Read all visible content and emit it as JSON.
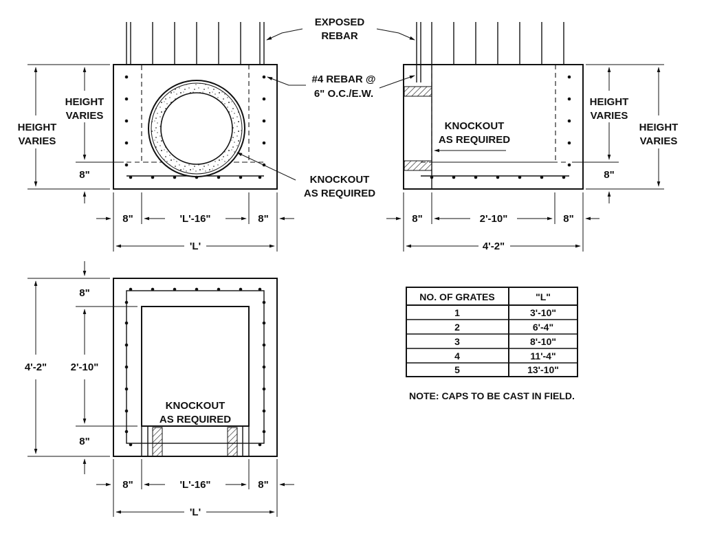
{
  "labels": {
    "exposed_rebar_1": "EXPOSED",
    "exposed_rebar_2": "REBAR",
    "rebar_spec_1": "#4 REBAR @",
    "rebar_spec_2": "6\" O.C./E.W.",
    "height_varies_1": "HEIGHT",
    "height_varies_2": "VARIES",
    "knockout_1": "KNOCKOUT",
    "knockout_2": "AS REQUIRED"
  },
  "dims": {
    "d8_quote": "8\"",
    "d8_in": "8”",
    "d8_tick": "8\"",
    "l_minus_16": "'L'-16\"",
    "l": "'L'",
    "two_ten": "2'-10\"",
    "four_two": "4'-2\""
  },
  "table": {
    "headers": [
      "NO. OF GRATES",
      "\"L\""
    ],
    "rows": [
      [
        "1",
        "3'-10\""
      ],
      [
        "2",
        "6'-4\""
      ],
      [
        "3",
        "8'-10\""
      ],
      [
        "4",
        "11'-4\""
      ],
      [
        "5",
        "13'-10\""
      ]
    ]
  },
  "note": "NOTE: CAPS TO BE CAST IN FIELD."
}
